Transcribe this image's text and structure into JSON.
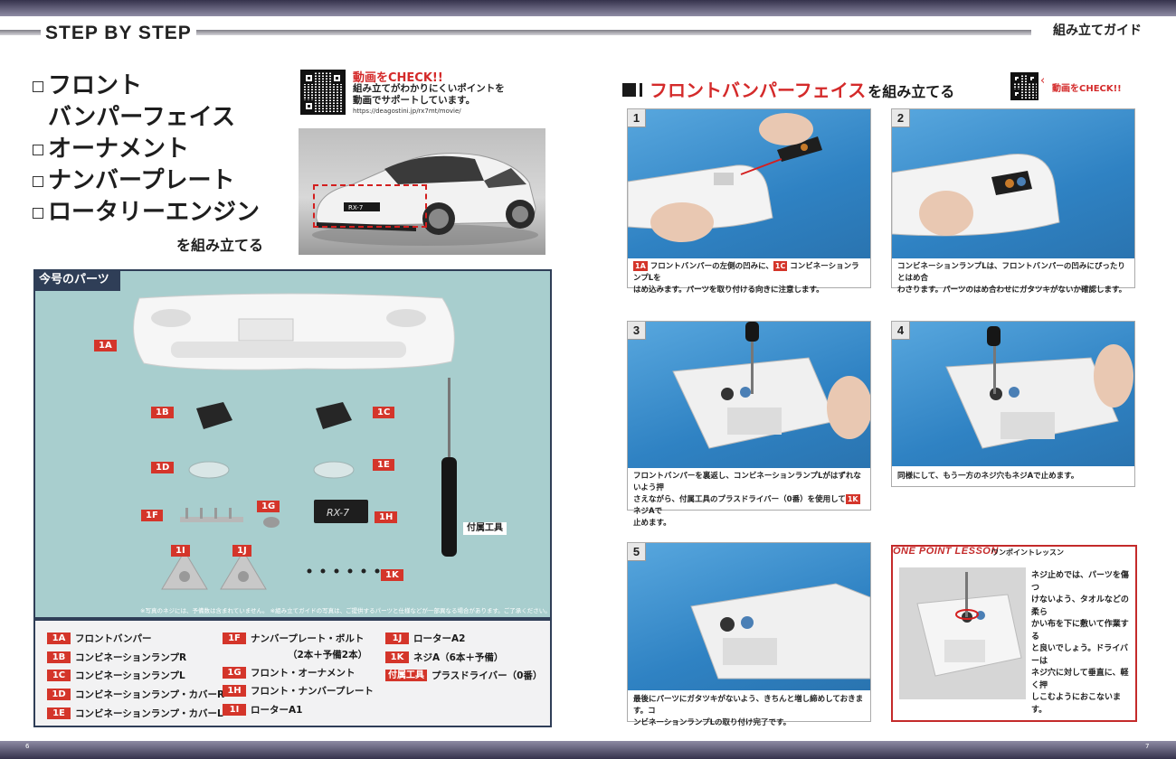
{
  "header": {
    "left_title": "STEP BY STEP",
    "right_title": "組み立てガイド"
  },
  "title_lines": [
    "フロント",
    "バンパーフェイス",
    "オーナメント",
    "ナンバープレート",
    "ロータリーエンジン"
  ],
  "title_suffix": "を組み立てる",
  "video": {
    "heading": "動画をCHECK!!",
    "text_line1": "組み立てがわかりにくいポイントを",
    "text_line2": "動画でサポートしています。",
    "url": "https://deagostini.jp/rx7mt/movie/"
  },
  "parts_panel": {
    "title": "今号のパーツ",
    "tool_label": "付属工具",
    "footnote": "※写真のネジには、予備数は含まれていません。 ※組み立てガイドの写真は、ご提供するパーツと仕様などが一部異なる場合があります。ご了承ください。",
    "labels": [
      "1A",
      "1B",
      "1C",
      "1D",
      "1E",
      "1F",
      "1G",
      "1H",
      "1I",
      "1J",
      "1K"
    ]
  },
  "legend": {
    "col1": [
      {
        "tag": "1A",
        "name": "フロントバンパー"
      },
      {
        "tag": "1B",
        "name": "コンビネーションランプR"
      },
      {
        "tag": "1C",
        "name": "コンビネーションランプL"
      },
      {
        "tag": "1D",
        "name": "コンビネーションランプ・カバーR"
      },
      {
        "tag": "1E",
        "name": "コンビネーションランプ・カバーL"
      }
    ],
    "col2": [
      {
        "tag": "1F",
        "name": "ナンバープレート・ボルト"
      },
      {
        "tag": "",
        "name": "（2本＋予備2本）"
      },
      {
        "tag": "1G",
        "name": "フロント・オーナメント"
      },
      {
        "tag": "1H",
        "name": "フロント・ナンバープレート"
      },
      {
        "tag": "1I",
        "name": "ローターA1"
      }
    ],
    "col3": [
      {
        "tag": "1J",
        "name": "ローターA2"
      },
      {
        "tag": "1K",
        "name": "ネジA（6本＋予備）"
      },
      {
        "tag": "付属工具",
        "name": "プラスドライバー（0番）"
      }
    ]
  },
  "section": {
    "title": "フロントバンパーフェイス",
    "suffix": "を組み立てる",
    "check": "動画をCHECK!!"
  },
  "steps": [
    {
      "num": "1",
      "tag1": "1A",
      "text1": " フロントバンパーの左側の凹みに、",
      "tag2": "1C",
      "text2": " コンビネーションランプLを",
      "line2": "はめ込みます。パーツを取り付ける向きに注意します。"
    },
    {
      "num": "2",
      "line1": "コンビネーションランプLは、フロントバンパーの凹みにぴったりとはめ合",
      "line2": "わさります。パーツのはめ合わせにガタツキがないか確認します。"
    },
    {
      "num": "3",
      "line1": "フロントバンパーを裏返し、コンビネーションランプLがはずれないよう押",
      "line2": "さえながら、付属工具のプラスドライバー（0番）を使用して",
      "tag": "1K",
      "line2b": " ネジAで",
      "line3": "止めます。"
    },
    {
      "num": "4",
      "line1": "同様にして、もう一方のネジ穴もネジAで止めます。"
    },
    {
      "num": "5",
      "line1": "最後にパーツにガタツキがないよう、きちんと増し締めしておきます。コ",
      "line2": "ンビネーションランプLの取り付け完了です。"
    }
  ],
  "lesson": {
    "title_en": "ONE POINT LESSON",
    "title_jp": "ワンポイントレッスン",
    "lines": [
      "ネジ止めでは、パーツを傷つ",
      "けないよう、タオルなどの柔ら",
      "かい布を下に敷いて作業する",
      "と良いでしょう。ドライバーは",
      "ネジ穴に対して垂直に、軽く押",
      "しこむようにおこないます。"
    ]
  },
  "page_numbers": {
    "left": "6",
    "right": "7"
  }
}
